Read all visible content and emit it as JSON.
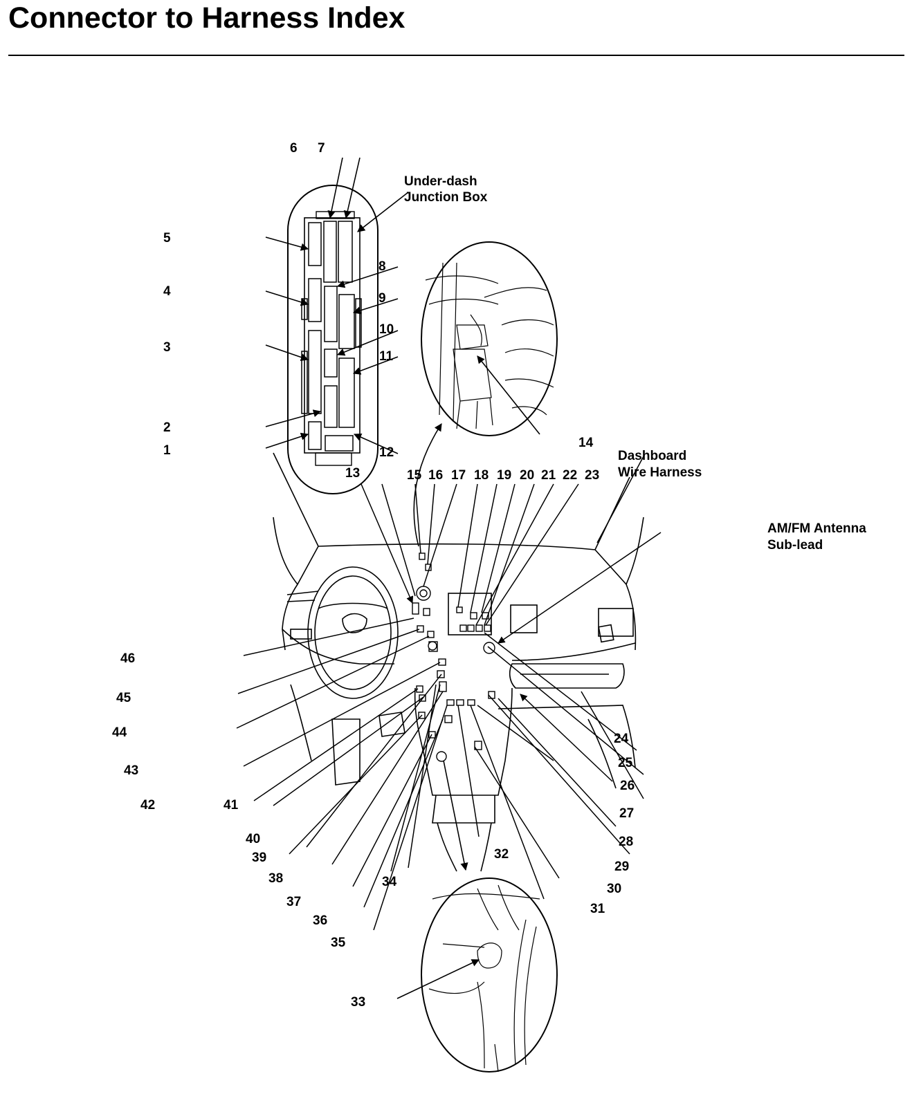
{
  "page_title": "Connector to Harness Index",
  "callouts": {
    "junction_box": [
      "Under-dash",
      "Junction Box"
    ],
    "dashboard_harness": [
      "Dashboard",
      "Wire Harness"
    ],
    "antenna": [
      "AM/FM Antenna",
      "Sub-lead"
    ]
  },
  "connector_numbers": [
    "1",
    "2",
    "3",
    "4",
    "5",
    "6",
    "7",
    "8",
    "9",
    "10",
    "11",
    "12",
    "13",
    "14",
    "15",
    "16",
    "17",
    "18",
    "19",
    "20",
    "21",
    "22",
    "23",
    "24",
    "25",
    "26",
    "27",
    "28",
    "29",
    "30",
    "31",
    "32",
    "33",
    "34",
    "35",
    "36",
    "37",
    "38",
    "39",
    "40",
    "41",
    "42",
    "43",
    "44",
    "45",
    "46"
  ],
  "colors": {
    "ink": "#000000",
    "paper": "#ffffff"
  }
}
